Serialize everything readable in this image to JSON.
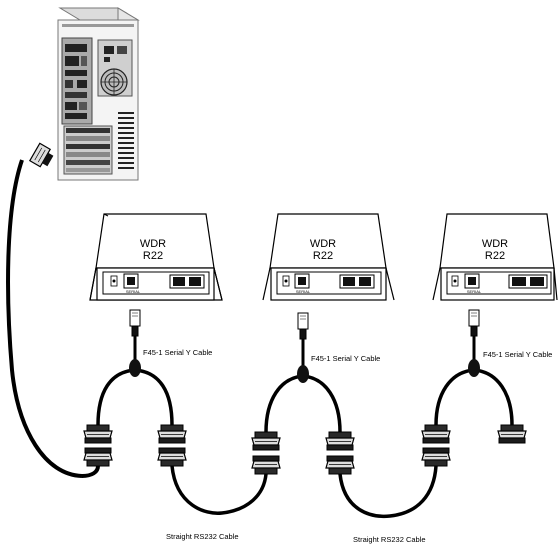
{
  "devices": [
    {
      "line1": "WDR",
      "line2": "R22",
      "port_label": "SERIAL"
    },
    {
      "line1": "WDR",
      "line2": "R22",
      "port_label": "SERIAL"
    },
    {
      "line1": "WDR",
      "line2": "R22",
      "port_label": "SERIAL"
    }
  ],
  "y_cables": [
    {
      "label": "F45-1 Serial Y Cable"
    },
    {
      "label": "F45-1 Serial Y Cable"
    },
    {
      "label": "F45-1 Serial Y Cable"
    }
  ],
  "straight_cables": [
    {
      "label": "Straight RS232 Cable"
    },
    {
      "label": "Straight RS232 Cable"
    }
  ]
}
